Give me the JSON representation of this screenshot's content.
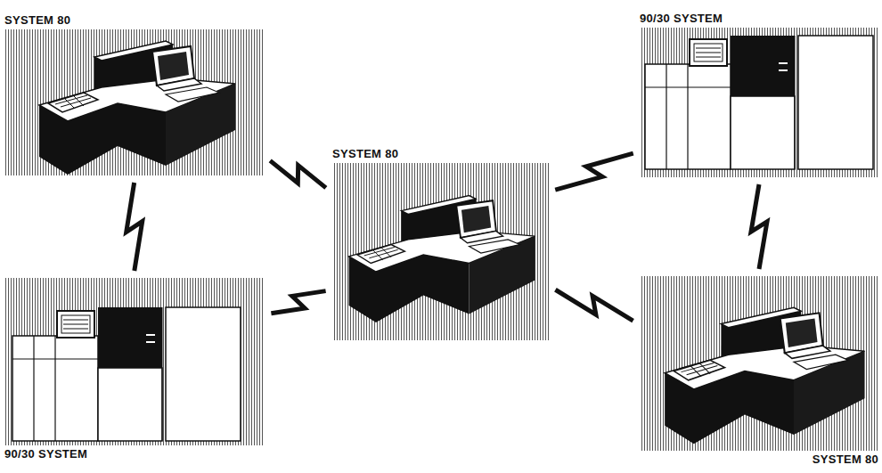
{
  "diagram": {
    "nodes": [
      {
        "text": [
          "SYSTEM 80"
        ]
      },
      {
        "text": [
          "90/30 SYSTEM"
        ]
      },
      {
        "text": [
          "SYSTEM 80"
        ]
      },
      {
        "text": [
          "90/30 SYSTEM"
        ]
      },
      {
        "text": [
          "SYSTEM 80"
        ]
      }
    ],
    "edges": [
      {
        "from": 0,
        "to": 2,
        "arrow": "none"
      },
      {
        "from": 0,
        "to": 1,
        "arrow": "none"
      },
      {
        "from": 1,
        "to": 2,
        "arrow": "none"
      },
      {
        "from": 2,
        "to": 3,
        "arrow": "none"
      },
      {
        "from": 2,
        "to": 4,
        "arrow": "none"
      },
      {
        "from": 3,
        "to": 4,
        "arrow": "none"
      }
    ]
  }
}
